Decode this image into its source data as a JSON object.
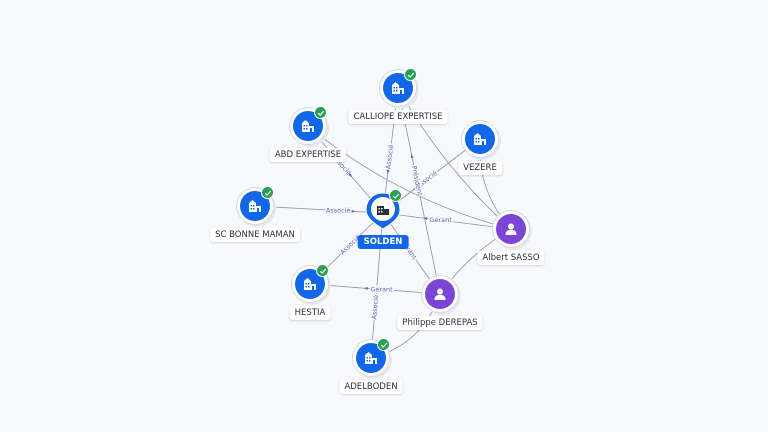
{
  "center": {
    "label": "SOLDEN",
    "verified": true
  },
  "nodes": [
    {
      "id": "calliope",
      "label": "CALLIOPE EXPERTISE",
      "kind": "company",
      "verified": true
    },
    {
      "id": "abd",
      "label": "ABD EXPERTISE",
      "kind": "company",
      "verified": true
    },
    {
      "id": "vezere",
      "label": "VEZERE",
      "kind": "company",
      "verified": false
    },
    {
      "id": "scbm",
      "label": "SC BONNE MAMAN",
      "kind": "company",
      "verified": true
    },
    {
      "id": "albert",
      "label": "Albert SASSO",
      "kind": "person",
      "verified": false
    },
    {
      "id": "hestia",
      "label": "HESTIA",
      "kind": "company",
      "verified": true
    },
    {
      "id": "philippe",
      "label": "Philippe DEREPAS",
      "kind": "person",
      "verified": false
    },
    {
      "id": "adelboden",
      "label": "ADELBODEN",
      "kind": "company",
      "verified": true
    }
  ],
  "edges": [
    {
      "from": "calliope",
      "to": "center",
      "label": "Associé"
    },
    {
      "from": "abd",
      "to": "center",
      "label": "Associé"
    },
    {
      "from": "vezere",
      "to": "center",
      "label": "Associé"
    },
    {
      "from": "scbm",
      "to": "center",
      "label": "Associé"
    },
    {
      "from": "albert",
      "to": "center",
      "label": "Gérant"
    },
    {
      "from": "hestia",
      "to": "center",
      "label": "Associé"
    },
    {
      "from": "philippe",
      "to": "center",
      "label": "Gérant"
    },
    {
      "from": "adelboden",
      "to": "center",
      "label": "Associé"
    },
    {
      "from": "philippe",
      "to": "calliope",
      "label": "Président"
    },
    {
      "from": "philippe",
      "to": "hestia",
      "label": "Gérant"
    },
    {
      "from": "albert",
      "to": "vezere",
      "label": ""
    },
    {
      "from": "albert",
      "to": "abd",
      "label": ""
    },
    {
      "from": "albert",
      "to": "calliope",
      "label": ""
    },
    {
      "from": "albert",
      "to": "philippe",
      "label": ""
    },
    {
      "from": "philippe",
      "to": "adelboden",
      "label": ""
    }
  ],
  "colors": {
    "company": "#1266e8",
    "person": "#7b45d6",
    "verified": "#27a152",
    "edge": "#8a92ad",
    "edge_label": "#5b6bb5"
  },
  "icons": {
    "company": "building-icon",
    "person": "user-icon",
    "verified": "check-icon",
    "center": "map-pin-icon"
  }
}
